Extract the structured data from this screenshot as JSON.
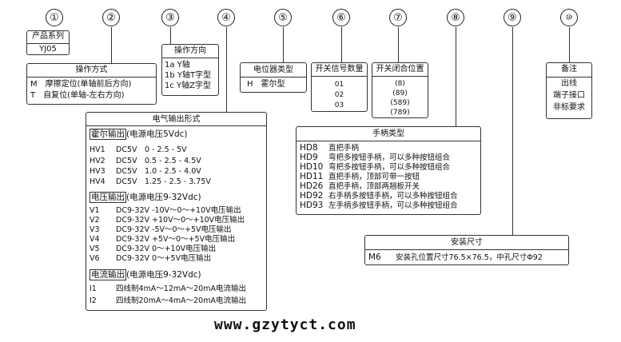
{
  "numbers": [
    "①",
    "②",
    "③",
    "④",
    "⑤",
    "⑥",
    "⑦",
    "⑧",
    "⑨",
    "⑩"
  ],
  "series": {
    "title": "产品系列",
    "value": "YJ05"
  },
  "operation": {
    "title": "操作方式",
    "rows": [
      "M　摩擦定位(单轴前后方向)",
      "T　自复位(单轴-左右方向)"
    ]
  },
  "direction": {
    "title": "操作方向",
    "rows": [
      "1a  Y轴",
      "1b  Y轴T字型",
      "1c  Y轴Z字型"
    ]
  },
  "electrical": {
    "title": "电气输出形式",
    "hall": {
      "tag": "霍尔输出",
      "note": "(电源电压5Vdc)",
      "rows": [
        [
          "HV1",
          "DC5V",
          "0 - 2.5 - 5V"
        ],
        [
          "HV2",
          "DC5V",
          "0.5 - 2.5 - 4.5V"
        ],
        [
          "HV3",
          "DC5V",
          "1.0 - 2.5 - 4.0V"
        ],
        [
          "HV4",
          "DC5V",
          "1.25 - 2.5 - 3.75V"
        ]
      ]
    },
    "voltage": {
      "tag": "电压输出",
      "note": "(电源电压9-32Vdc)",
      "rows": [
        [
          "V1",
          "DC9-32V -10V～0～+10V电压输出"
        ],
        [
          "V2",
          "DC9-32V +10V～0～+10V电压输出"
        ],
        [
          "V3",
          "DC9-32V -5V～0～+5V电压输出"
        ],
        [
          "V4",
          "DC9-32V +5V～0～+5V电压输出"
        ],
        [
          "V5",
          "DC9-32V 0～+10V电压输出"
        ],
        [
          "V6",
          "DC9-32V 0～+5V电压输出"
        ]
      ]
    },
    "current": {
      "tag": "电流输出",
      "note": "(电源电压9-32Vdc)",
      "rows": [
        [
          "I1",
          "四线制4mA～12mA～20mA电流输出"
        ],
        [
          "I2",
          "四线制20mA～4mA～20mA电流输出"
        ]
      ]
    }
  },
  "potentiometer": {
    "title": "电位器类型",
    "value": "H　霍尔型"
  },
  "switch_count": {
    "title": "开关信号数量",
    "rows": [
      "01",
      "02",
      "03"
    ]
  },
  "switch_pos": {
    "title": "开关闭合位置",
    "rows": [
      "(8)",
      "(89)",
      "(589)",
      "(789)"
    ]
  },
  "handle": {
    "title": "手柄类型",
    "rows": [
      [
        "HD8",
        "直把手柄"
      ],
      [
        "HD9",
        "弯把多按钮手柄，可以多种按钮组合"
      ],
      [
        "HD10",
        "弯把多按钮手柄，可以多种按钮组合"
      ],
      [
        "HD11",
        "直把手柄，顶部可带一按钮"
      ],
      [
        "HD26",
        "直把手柄，顶部两翘板开关"
      ],
      [
        "HD92",
        "右手柄多按钮手柄，可以多种按钮组合"
      ],
      [
        "HD93",
        "左手柄多按钮手柄，可以多种按钮组合"
      ]
    ]
  },
  "mount": {
    "title": "安装尺寸",
    "code": "M6",
    "desc": "安装孔位置尺寸76.5×76.5，中孔尺寸Φ92"
  },
  "remarks": {
    "title": "备注",
    "rows": [
      "出线",
      "端子接口",
      "非标要求"
    ]
  },
  "website": "www.gzytyct.com"
}
